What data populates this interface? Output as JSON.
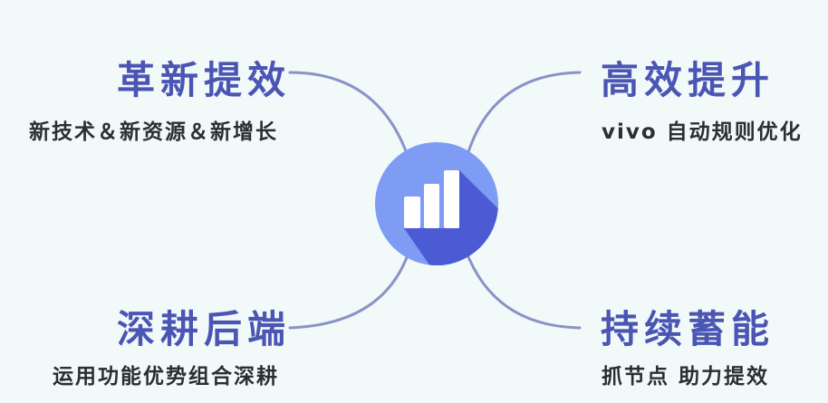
{
  "diagram": {
    "type": "mind-map",
    "center_icon": "bar-chart-icon",
    "colors": {
      "background": "#f1f9f9",
      "title": "#4a55b4",
      "subtitle": "#2b2e33",
      "circle": "#7f9cf5",
      "circle_shadow": "#4a5bd4",
      "connector": "#8a93c8",
      "bars": "#ffffff"
    },
    "nodes": [
      {
        "position": "top-left",
        "title": "革新提效",
        "subtitle": "新技术＆新资源＆新增长"
      },
      {
        "position": "top-right",
        "title": "高效提升",
        "subtitle": "vivo 自动规则优化"
      },
      {
        "position": "bottom-left",
        "title": "深耕后端",
        "subtitle": "运用功能优势组合深耕"
      },
      {
        "position": "bottom-right",
        "title": "持续蓄能",
        "subtitle": "抓节点 助力提效"
      }
    ]
  }
}
